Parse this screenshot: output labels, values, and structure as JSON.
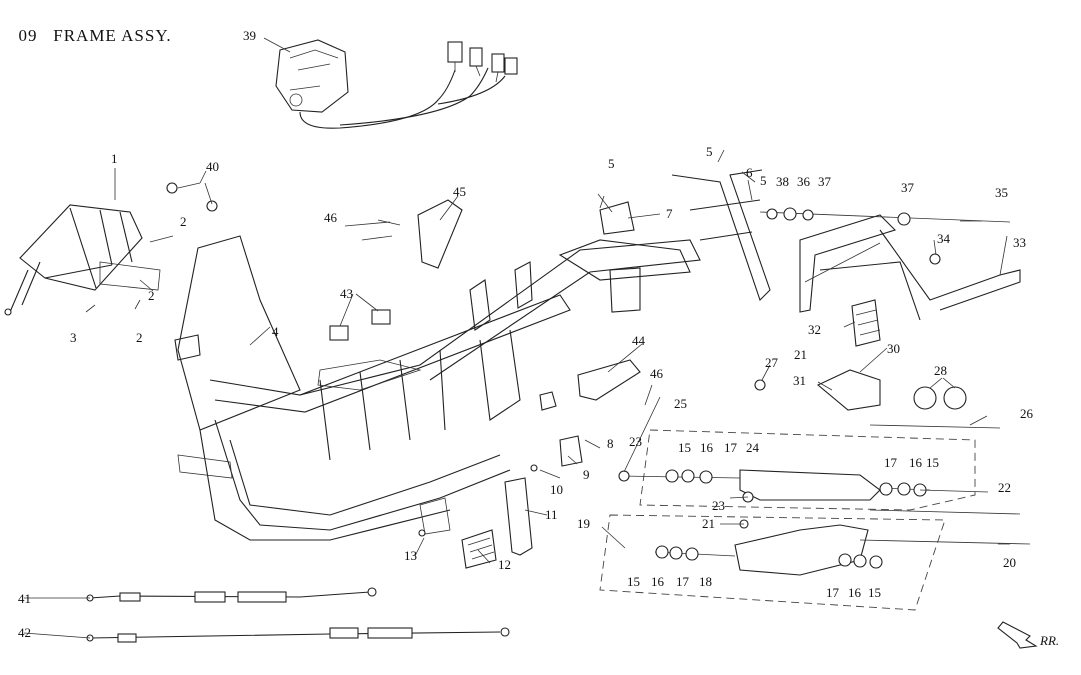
{
  "header": {
    "section_number": "09",
    "title": "FRAME ASSY."
  },
  "direction_marker": {
    "label": "RR."
  },
  "callouts": [
    {
      "id": "c1",
      "label": "1"
    },
    {
      "id": "c2a",
      "label": "2"
    },
    {
      "id": "c2b",
      "label": "2"
    },
    {
      "id": "c2c",
      "label": "2"
    },
    {
      "id": "c3",
      "label": "3"
    },
    {
      "id": "c4",
      "label": "4"
    },
    {
      "id": "c5a",
      "label": "5"
    },
    {
      "id": "c5b",
      "label": "5"
    },
    {
      "id": "c5c",
      "label": "5"
    },
    {
      "id": "c6",
      "label": "6"
    },
    {
      "id": "c7",
      "label": "7"
    },
    {
      "id": "c8",
      "label": "8"
    },
    {
      "id": "c9",
      "label": "9"
    },
    {
      "id": "c10",
      "label": "10"
    },
    {
      "id": "c11",
      "label": "11"
    },
    {
      "id": "c12",
      "label": "12"
    },
    {
      "id": "c13",
      "label": "13"
    },
    {
      "id": "c15a",
      "label": "15"
    },
    {
      "id": "c15b",
      "label": "15"
    },
    {
      "id": "c15c",
      "label": "15"
    },
    {
      "id": "c15d",
      "label": "15"
    },
    {
      "id": "c16a",
      "label": "16"
    },
    {
      "id": "c16b",
      "label": "16"
    },
    {
      "id": "c16c",
      "label": "16"
    },
    {
      "id": "c16d",
      "label": "16"
    },
    {
      "id": "c17a",
      "label": "17"
    },
    {
      "id": "c17b",
      "label": "17"
    },
    {
      "id": "c17c",
      "label": "17"
    },
    {
      "id": "c17d",
      "label": "17"
    },
    {
      "id": "c18",
      "label": "18"
    },
    {
      "id": "c19",
      "label": "19"
    },
    {
      "id": "c20",
      "label": "20"
    },
    {
      "id": "c21a",
      "label": "21"
    },
    {
      "id": "c21b",
      "label": "21"
    },
    {
      "id": "c22",
      "label": "22"
    },
    {
      "id": "c23a",
      "label": "23"
    },
    {
      "id": "c23b",
      "label": "23"
    },
    {
      "id": "c24",
      "label": "24"
    },
    {
      "id": "c25",
      "label": "25"
    },
    {
      "id": "c26",
      "label": "26"
    },
    {
      "id": "c27",
      "label": "27"
    },
    {
      "id": "c28",
      "label": "28"
    },
    {
      "id": "c30",
      "label": "30"
    },
    {
      "id": "c31",
      "label": "31"
    },
    {
      "id": "c32",
      "label": "32"
    },
    {
      "id": "c33",
      "label": "33"
    },
    {
      "id": "c34",
      "label": "34"
    },
    {
      "id": "c35",
      "label": "35"
    },
    {
      "id": "c36",
      "label": "36"
    },
    {
      "id": "c37a",
      "label": "37"
    },
    {
      "id": "c37b",
      "label": "37"
    },
    {
      "id": "c38",
      "label": "38"
    },
    {
      "id": "c39",
      "label": "39"
    },
    {
      "id": "c40",
      "label": "40"
    },
    {
      "id": "c41",
      "label": "41"
    },
    {
      "id": "c42",
      "label": "42"
    },
    {
      "id": "c43",
      "label": "43"
    },
    {
      "id": "c44",
      "label": "44"
    },
    {
      "id": "c45",
      "label": "45"
    },
    {
      "id": "c46a",
      "label": "46"
    },
    {
      "id": "c46b",
      "label": "46"
    }
  ]
}
